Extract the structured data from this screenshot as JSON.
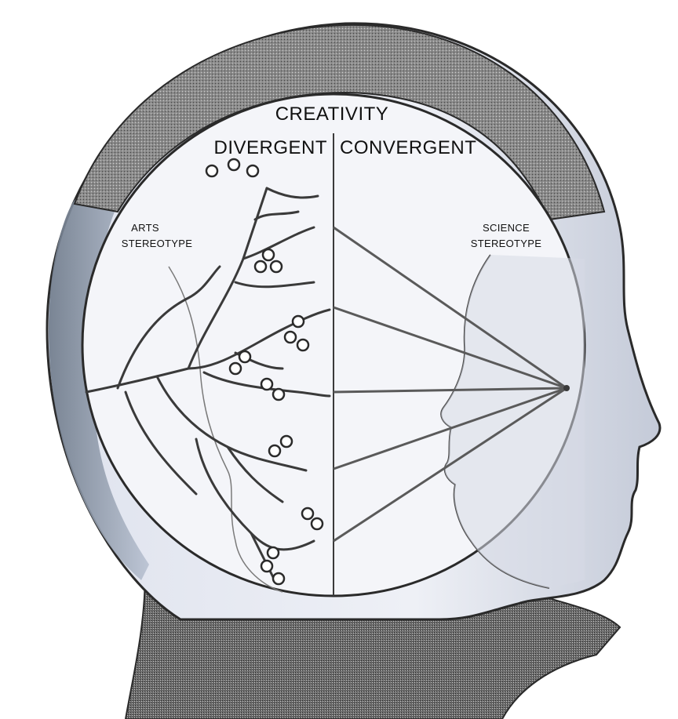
{
  "figure": {
    "title": "CREATIVITY",
    "left_heading": "DIVERGENT",
    "right_heading": "CONVERGENT",
    "left_label_line1": "ARTS",
    "left_label_line2": "STEREOTYPE",
    "right_label_line1": "SCIENCE",
    "right_label_line2": "STEREOTYPE"
  },
  "colors": {
    "skull_band": "#7d7d7d",
    "face_shade": "#c9cfdd",
    "head_fill": "#eef0f6",
    "circle_fill": "#f4f5f9",
    "neck_fill": "#666666",
    "outline": "#2a2a2a",
    "line_ink": "#3a3a3a"
  }
}
